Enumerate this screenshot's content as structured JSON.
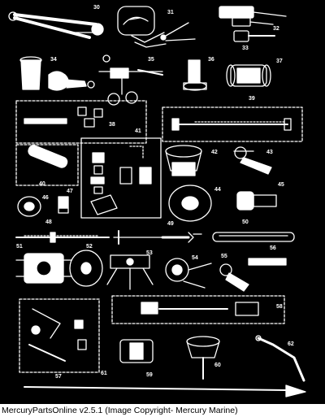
{
  "callouts": [
    "30",
    "31",
    "32",
    "33",
    "34",
    "35",
    "36",
    "37",
    "38",
    "39",
    "40",
    "41",
    "42",
    "43",
    "44",
    "45",
    "46",
    "47",
    "48",
    "49",
    "50",
    "51",
    "52",
    "53",
    "54",
    "55",
    "56",
    "57",
    "58",
    "59",
    "60",
    "61",
    "62"
  ],
  "footer": {
    "caption": "MercuryPartsOnline v2.5.1 (Image Copyright- Mercury Marine)"
  },
  "colors": {
    "background": "#000000",
    "line_art": "#ffffff",
    "footer_bg": "#ffffff",
    "footer_text": "#000000"
  }
}
